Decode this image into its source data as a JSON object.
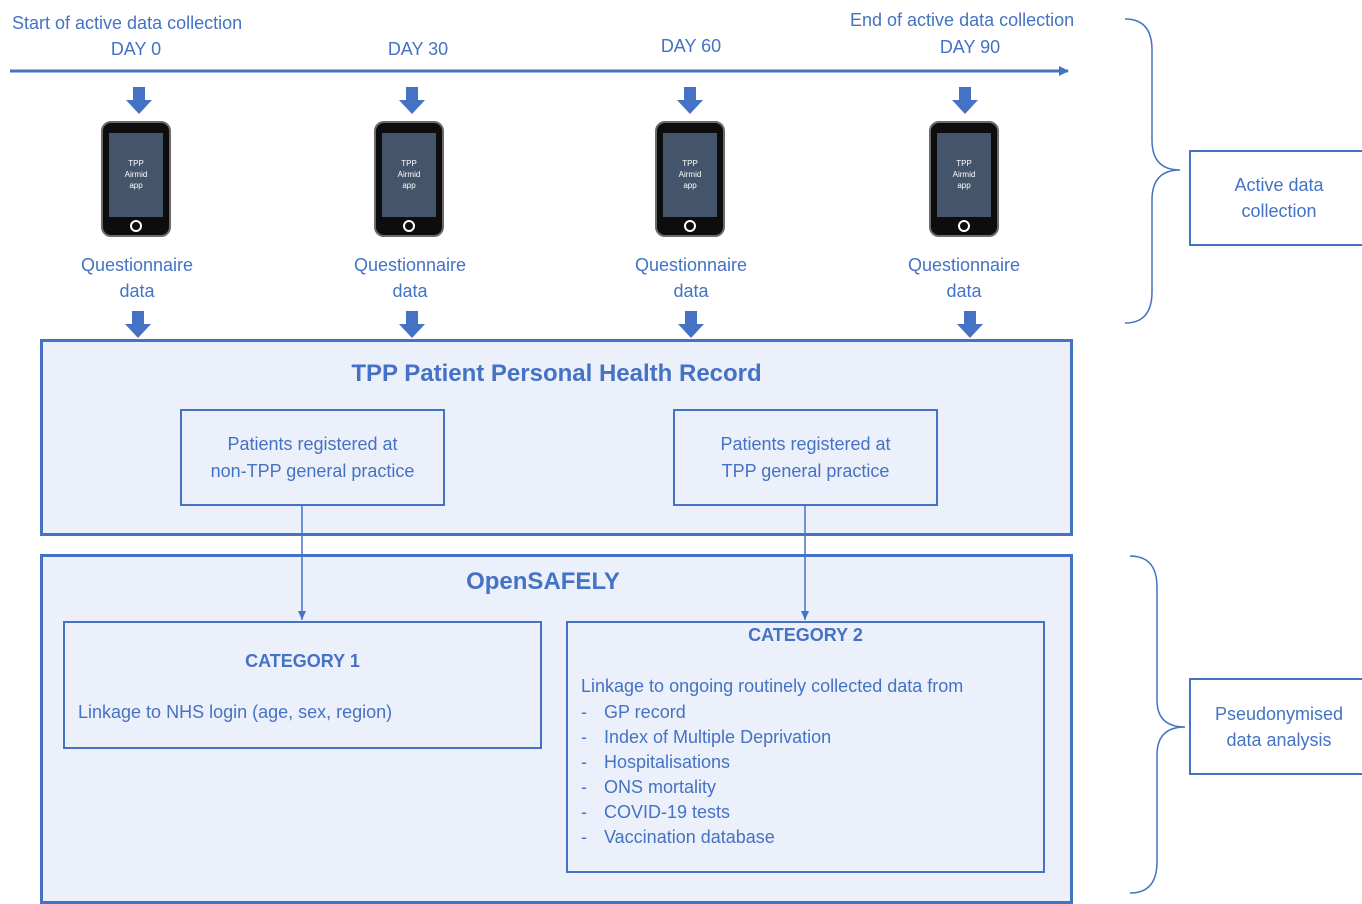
{
  "timeline": {
    "start_caption": "Start of active data collection",
    "end_caption": "End of active data collection",
    "days": [
      "DAY 0",
      "DAY 30",
      "DAY 60",
      "DAY 90"
    ]
  },
  "phones": [
    {
      "screen_lines": [
        "TPP",
        "Airmid",
        "app"
      ],
      "caption_line1": "Questionnaire",
      "caption_line2": "data"
    },
    {
      "screen_lines": [
        "TPP",
        "Airmid",
        "app"
      ],
      "caption_line1": "Questionnaire",
      "caption_line2": "data"
    },
    {
      "screen_lines": [
        "TPP",
        "Airmid",
        "app"
      ],
      "caption_line1": "Questionnaire",
      "caption_line2": "data"
    },
    {
      "screen_lines": [
        "TPP",
        "Airmid",
        "app"
      ],
      "caption_line1": "Questionnaire",
      "caption_line2": "data"
    }
  ],
  "phr": {
    "title": "TPP Patient Personal Health Record",
    "left_box": {
      "line1": "Patients registered at",
      "line2": "non-TPP general practice"
    },
    "right_box": {
      "line1": "Patients registered at",
      "line2": "TPP general practice"
    }
  },
  "opensafely": {
    "title": "OpenSAFELY",
    "category1": {
      "title": "CATEGORY 1",
      "text": "Linkage to NHS login (age, sex, region)"
    },
    "category2": {
      "title": "CATEGORY 2",
      "intro": "Linkage to ongoing routinely collected data from",
      "items": [
        "GP record",
        "Index of Multiple Deprivation",
        "Hospitalisations",
        "ONS mortality",
        "COVID-19 tests",
        "Vaccination database"
      ]
    }
  },
  "side_labels": {
    "active": {
      "line1": "Active data",
      "line2": "collection"
    },
    "pseudo": {
      "line1": "Pseudonymised",
      "line2": "data analysis"
    }
  },
  "colors": {
    "accent": "#4472c4",
    "box_fill": "#ebf0fa",
    "phone_screen": "#44546a"
  }
}
